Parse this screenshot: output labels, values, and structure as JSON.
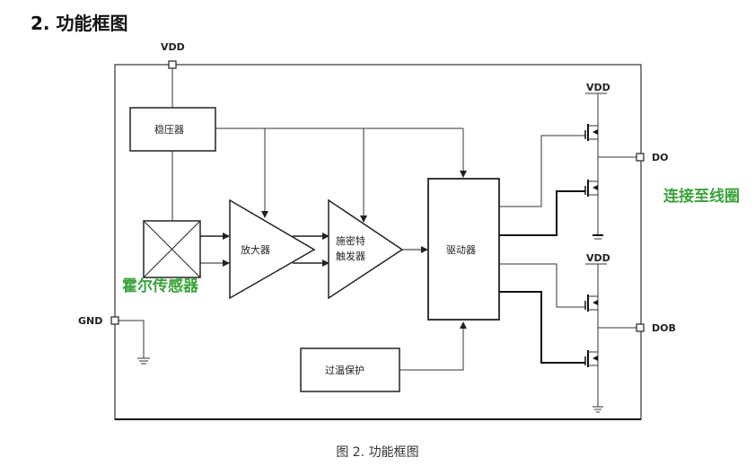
{
  "heading": "2. 功能框图",
  "caption": "图 2. 功能框图",
  "colors": {
    "annotation": "#3aa33a",
    "line": "#222222"
  },
  "pins": {
    "vdd_top": "VDD",
    "gnd": "GND",
    "do": "DO",
    "dob": "DOB",
    "vdd_do": "VDD",
    "vdd_dob": "VDD"
  },
  "blocks": {
    "regulator": "稳压器",
    "amplifier": "放大器",
    "schmitt_line1": "施密特",
    "schmitt_line2": "触发器",
    "driver": "驱动器",
    "thermal": "过温保护"
  },
  "annotations": {
    "hall_sensor": "霍尔传感器",
    "coil": "连接至线圈"
  }
}
